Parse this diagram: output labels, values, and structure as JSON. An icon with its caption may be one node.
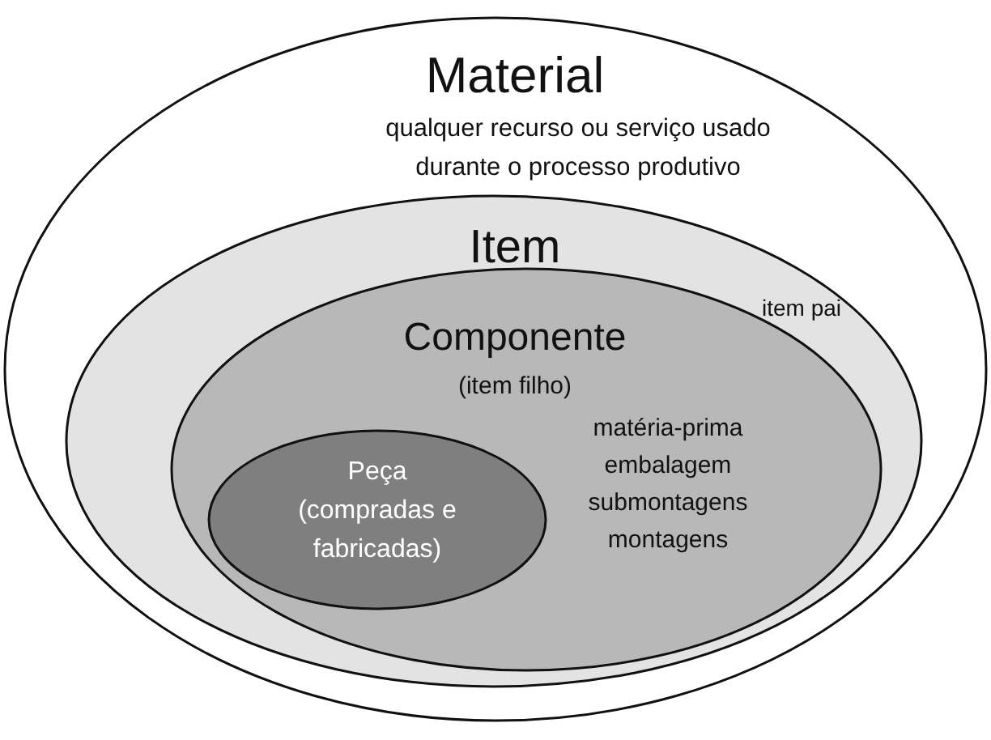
{
  "diagram": {
    "nodes": [
      {
        "text": [
          "Material",
          "qualquer recurso ou serviço usado durante o processo produtivo"
        ]
      },
      {
        "text": [
          "Item",
          "item pai"
        ],
        "in": 0
      },
      {
        "text": [
          "Componente",
          "(item filho)",
          "matéria-prima embalagem submontagens montagens"
        ],
        "in": 1
      },
      {
        "text": [
          "Peça (compradas e fabricadas)"
        ],
        "in": 2
      }
    ]
  }
}
